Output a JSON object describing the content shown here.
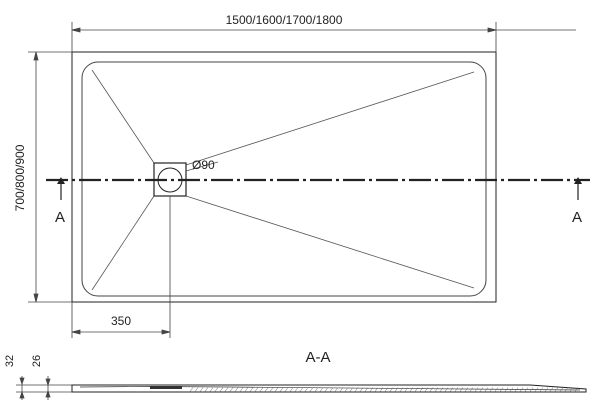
{
  "dimensions": {
    "width_label": "1500/1600/1700/1800",
    "height_label": "700/800/900",
    "drain_offset_label": "350",
    "drain_diameter_label": "Ø90",
    "total_thickness_label": "32",
    "rim_thickness_label": "26"
  },
  "section": {
    "marker_left": "A",
    "marker_right": "A",
    "title": "A-A"
  },
  "colors": {
    "line": "#222222",
    "thin_line": "#555555"
  }
}
